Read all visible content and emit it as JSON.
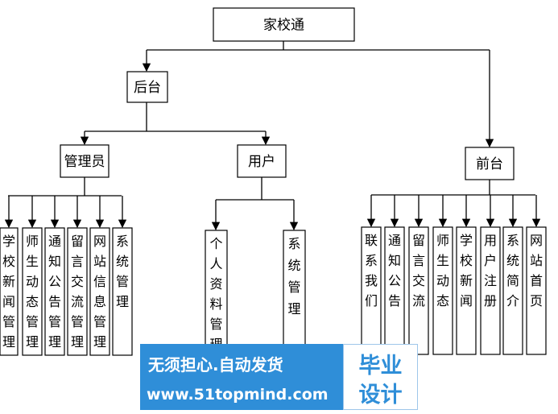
{
  "root": "家校通",
  "backend": {
    "label": "后台",
    "admin": {
      "label": "管理员",
      "children": [
        "学校新闻管理",
        "师生动态管理",
        "通知公告管理",
        "留言交流管理",
        "网站信息管理",
        "系统管理"
      ]
    },
    "user": {
      "label": "用户",
      "children": [
        "个人资料管理",
        "系统管理"
      ]
    }
  },
  "frontend": {
    "label": "前台",
    "children": [
      "联系我们",
      "通知公告",
      "留言交流",
      "师生动态",
      "学校新闻",
      "用户注册",
      "系统简介",
      "网站首页"
    ]
  },
  "watermark": {
    "slogan": "无须担心.自动发货",
    "url": "www.51topmind.com",
    "title_line1": "毕业",
    "title_line2": "设计"
  }
}
